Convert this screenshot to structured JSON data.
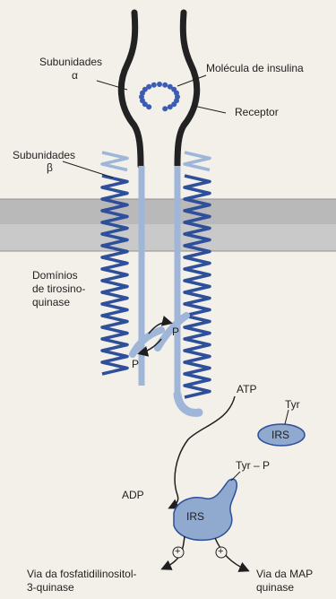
{
  "labels": {
    "alpha_subunits": "Subunidades",
    "alpha_symbol": "α",
    "insulin_molecule": "Molécula de insulina",
    "receptor": "Receptor",
    "beta_subunits": "Subunidades",
    "beta_symbol": "β",
    "tk_domains_l1": "Domínios",
    "tk_domains_l2": "de tirosino-",
    "tk_domains_l3": "quinase",
    "phospho_top": "P",
    "phospho_bottom": "P",
    "atp": "ATP",
    "tyr": "Tyr",
    "irs_top": "IRS",
    "tyr_p": "Tyr – P",
    "adp": "ADP",
    "irs_bottom": "IRS",
    "plus_left": "+",
    "plus_right": "+",
    "pi3k_l1": "Via da fosfatidilinositol-",
    "pi3k_l2": "3-quinase",
    "mapk_l1": "Via da MAP",
    "mapk_l2": "quinase"
  },
  "colors": {
    "background": "#f3f0ea",
    "membrane": "#b9b9b9",
    "receptor_blue": "#2e4f9a",
    "receptor_light": "#9fb6d8",
    "irs_fill": "#8fa9cf",
    "alpha_chain": "#222222"
  }
}
